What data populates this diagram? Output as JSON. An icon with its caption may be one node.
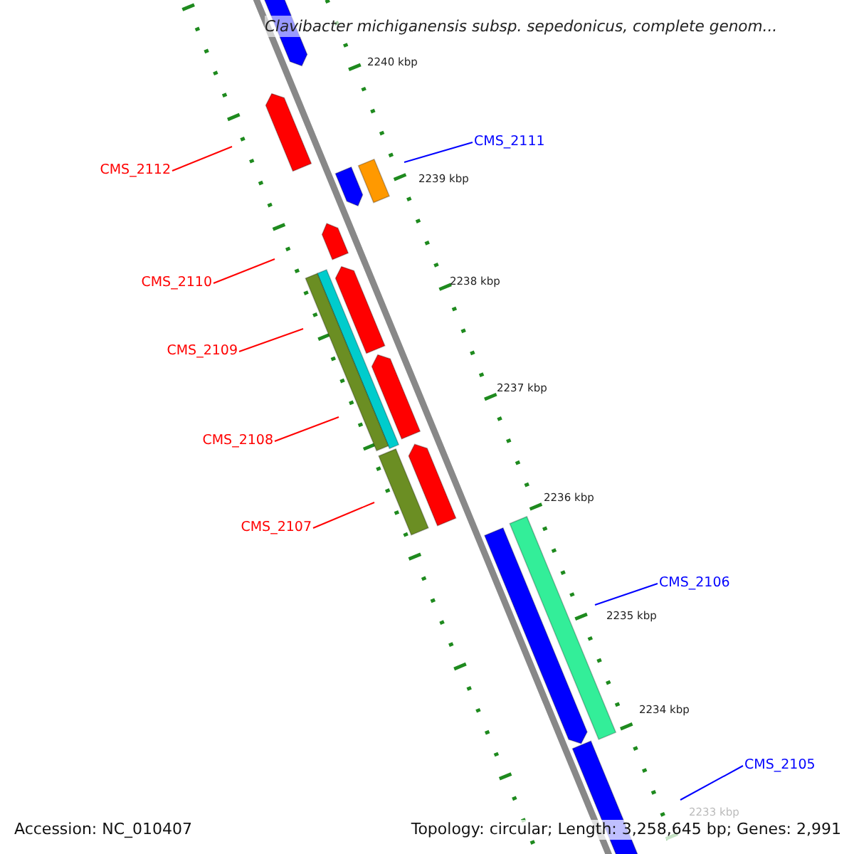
{
  "diagram": {
    "title": "Clavibacter michiganensis subsp. sepedonicus, complete genom...",
    "nodes": [
      {
        "text": [
          "CMS_2111"
        ]
      },
      {
        "text": [
          "CMS_2112"
        ]
      },
      {
        "text": [
          "CMS_2110"
        ]
      },
      {
        "text": [
          "CMS_2109"
        ]
      },
      {
        "text": [
          "CMS_2108"
        ]
      },
      {
        "text": [
          "CMS_2107"
        ]
      },
      {
        "text": [
          "CMS_2106"
        ]
      },
      {
        "text": [
          "CMS_2105"
        ]
      }
    ],
    "edges": [
      {
        "from": 0,
        "to": null,
        "arrow": "none",
        "color": "#0000ff"
      },
      {
        "from": 1,
        "to": null,
        "arrow": "none"
      },
      {
        "from": 2,
        "to": null,
        "arrow": "none"
      },
      {
        "from": 3,
        "to": null,
        "arrow": "none"
      },
      {
        "from": 4,
        "to": null,
        "arrow": "none"
      },
      {
        "from": 5,
        "to": null,
        "arrow": "none"
      },
      {
        "from": 6,
        "to": null,
        "arrow": "none",
        "color": "#0000ff"
      },
      {
        "from": 7,
        "to": null,
        "arrow": "none",
        "color": "#0000ff"
      }
    ],
    "labels": [
      "2240 kbp",
      "2239 kbp",
      "2238 kbp",
      "2237 kbp",
      "2236 kbp",
      "2235 kbp",
      "2234 kbp",
      "2233 kbp",
      "Accession: NC_010407",
      "Topology: circular; Length: 3,258,645 bp; Genes: 2,991"
    ]
  }
}
